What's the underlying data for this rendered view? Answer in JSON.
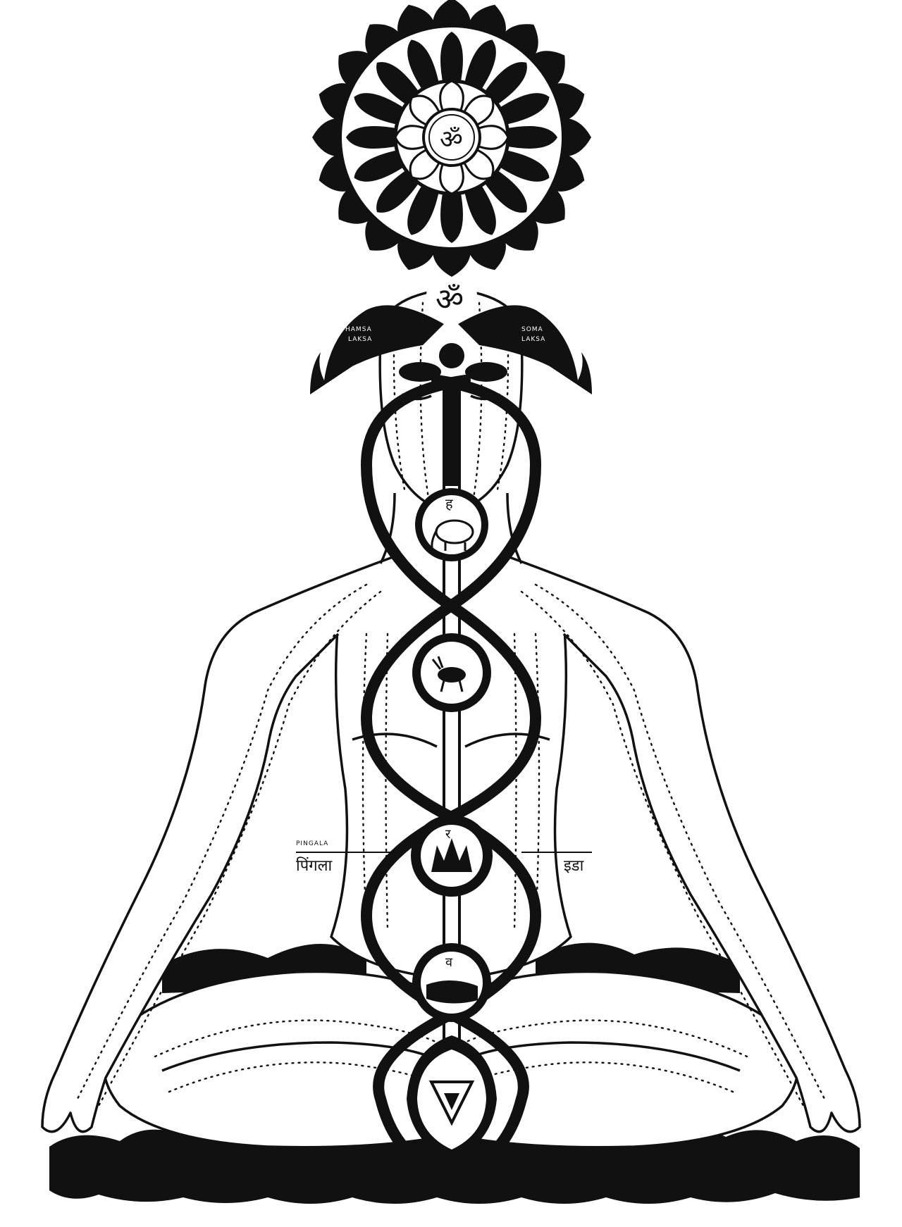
{
  "colors": {
    "ink": "#111111",
    "paper": "#ffffff"
  },
  "labels": {
    "om_crown": "ॐ",
    "om_wings": "ॐ",
    "wing_left_line1": "HAMSA",
    "wing_left_line2": "LAKSA",
    "wing_right_line1": "SOMA",
    "wing_right_line2": "LAKSA",
    "side_left_small": "PINGALA",
    "side_left": "पिंगला",
    "side_right": "इडा",
    "chakra_throat_seed": "ह",
    "chakra_manipura_seed": "र",
    "chakra_svadhisthana_seed": "व"
  },
  "icons": [
    "thousand-petal-lotus-icon",
    "winged-om-icon",
    "elephant-icon",
    "antelope-icon",
    "flame-icon",
    "crocodile-icon",
    "triangle-yoni-icon",
    "serpent-ida-icon",
    "serpent-pingala-icon",
    "lotus-seat-icon"
  ]
}
